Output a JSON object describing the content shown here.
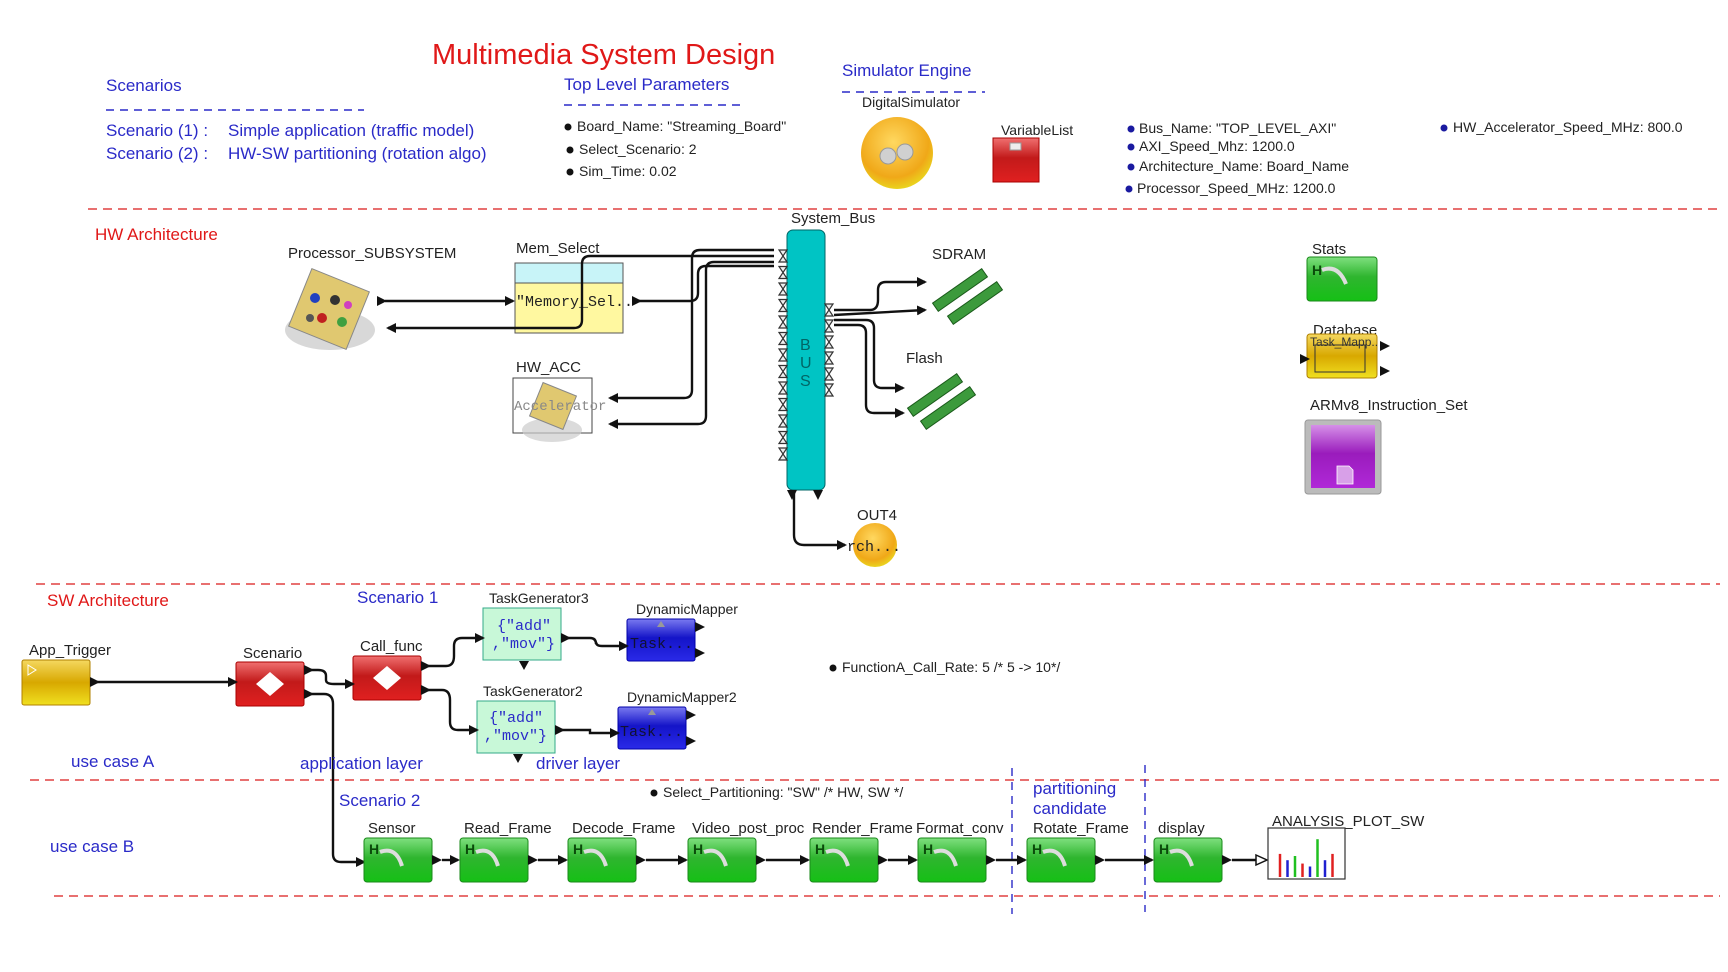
{
  "title": "Multimedia System Design",
  "scenarios": {
    "heading": "Scenarios",
    "items": [
      {
        "label": "Scenario (1) :",
        "desc": "Simple application (traffic model)"
      },
      {
        "label": "Scenario (2) :",
        "desc": "HW-SW partitioning (rotation algo)"
      }
    ]
  },
  "top_level": {
    "heading": "Top Level Parameters",
    "params": [
      "Board_Name: \"Streaming_Board\"",
      "Select_Scenario: 2",
      "Sim_Time: 0.02"
    ]
  },
  "simulator": {
    "heading": "Simulator Engine",
    "engine_label": "DigitalSimulator",
    "variable_list_label": "VariableList"
  },
  "bus_params": [
    "Bus_Name: \"TOP_LEVEL_AXI\"",
    "AXI_Speed_Mhz: 1200.0",
    "Architecture_Name: Board_Name",
    "Processor_Speed_MHz: 1200.0"
  ],
  "hw_acc_param": "HW_Accelerator_Speed_MHz: 800.0",
  "hw": {
    "section_label": "HW Architecture",
    "processor": "Processor_SUBSYSTEM",
    "mem_select": "Mem_Select",
    "mem_select_value": "\"Memory_Sel..",
    "hw_acc": "HW_ACC",
    "hw_acc_inner": "Accelerator",
    "bus": "System_Bus",
    "bus_letters": [
      "B",
      "U",
      "S"
    ],
    "sdram": "SDRAM",
    "flash": "Flash",
    "out4": "OUT4",
    "out4_value": "rch...",
    "stats": "Stats",
    "database": "Database",
    "database_value": "Task_Mapp..",
    "instruction_set": "ARMv8_Instruction_Set"
  },
  "sw": {
    "section_label": "SW Architecture",
    "scenario1_label": "Scenario 1",
    "scenario2_label": "Scenario 2",
    "app_trigger": "App_Trigger",
    "scenario_block": "Scenario",
    "call_func": "Call_func",
    "task_gen3": "TaskGenerator3",
    "task_gen2": "TaskGenerator2",
    "task_gen_value_line1": "{\"add\"",
    "task_gen_value_line2": ",\"mov\"}",
    "mapper1": "DynamicMapper",
    "mapper2": "DynamicMapper2",
    "mapper_value": "Task...",
    "function_rate": "FunctionA_Call_Rate: 5  /* 5 -> 10*/",
    "use_case_a": "use case A",
    "use_case_b": "use case B",
    "application_layer": "application layer",
    "driver_layer": "driver layer",
    "select_partitioning": "Select_Partitioning: \"SW\" /*  HW, SW */",
    "partitioning_candidate": [
      "partitioning",
      "candidate"
    ],
    "pipeline": [
      "Sensor",
      "Read_Frame",
      "Decode_Frame",
      "Video_post_proc",
      "Render_Frame",
      "Format_conv",
      "Rotate_Frame",
      "display"
    ],
    "analysis_plot": "ANALYSIS_PLOT_SW",
    "analysis_bars": [
      {
        "value": 0.55,
        "color": "#e02020"
      },
      {
        "value": 0.4,
        "color": "#2020d0"
      },
      {
        "value": 0.5,
        "color": "#20c020"
      },
      {
        "value": 0.32,
        "color": "#e02020"
      },
      {
        "value": 0.25,
        "color": "#2020d0"
      },
      {
        "value": 0.9,
        "color": "#20c020"
      },
      {
        "value": 0.4,
        "color": "#2020d0"
      },
      {
        "value": 0.55,
        "color": "#e02020"
      }
    ]
  },
  "colors": {
    "title": "#e01818",
    "section": "#e01818",
    "annotation": "#2a2ac8",
    "bus": "#00c4c4"
  }
}
